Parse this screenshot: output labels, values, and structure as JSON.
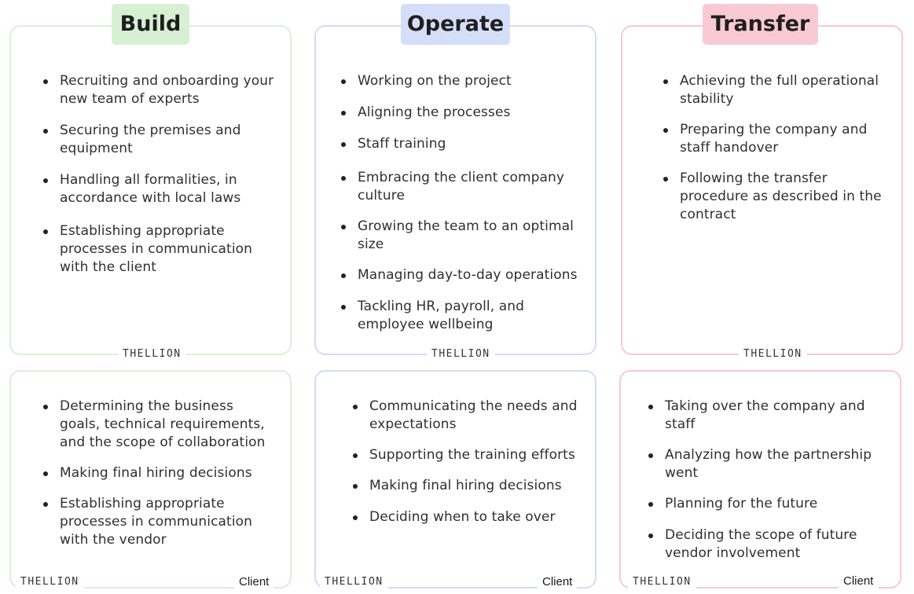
{
  "columns": [
    {
      "title": "Build",
      "header_color": "#d7f0d4",
      "border_color": "#d9f0d6",
      "vendor_label": "THELLION",
      "vendor_items": [
        "Recruiting and onboarding your new team of experts",
        "Securing the premises and equipment",
        "Handling all formalities, in accordance with local laws",
        "Establishing appropriate processes in communication with the client"
      ],
      "client_label": "Client",
      "client_items": [
        "Determining the business goals, technical requirements, and the scope of collaboration",
        "Making final hiring decisions",
        "Establishing appropriate processes in communication with the vendor"
      ]
    },
    {
      "title": "Operate",
      "header_color": "#d5def9",
      "border_color": "#d3dcf6",
      "vendor_label": "THELLION",
      "vendor_items": [
        "Working on the project",
        "Aligning the processes",
        "Staff training",
        "Embracing the client company culture",
        "Growing the team to an optimal size",
        "Managing day-to-day operations",
        "Tackling HR, payroll, and employee wellbeing"
      ],
      "client_label": "Client",
      "client_items": [
        "Communicating the needs and expectations",
        "Supporting the training efforts",
        "Making final hiring decisions",
        "Deciding when to take over"
      ]
    },
    {
      "title": "Transfer",
      "header_color": "#f9c9d6",
      "border_color": "#f7c9d5",
      "vendor_label": "THELLION",
      "vendor_items": [
        "Achieving the full operational stability",
        "Preparing the company and staff handover",
        "Following the transfer procedure as described in the contract"
      ],
      "client_label": "Client",
      "client_items": [
        "Taking over the company and staff",
        "Analyzing how the partnership went",
        "Planning for the future",
        "Deciding the scope of future vendor involvement"
      ]
    }
  ]
}
